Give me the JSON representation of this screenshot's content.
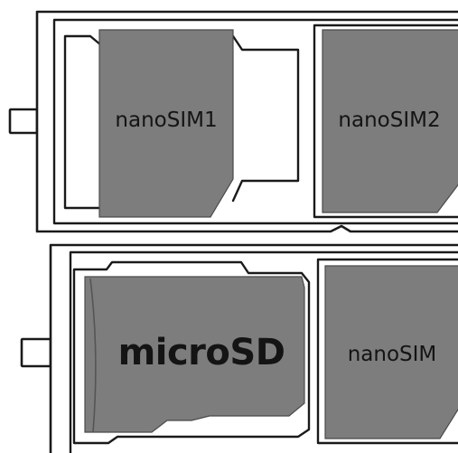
{
  "trays": [
    {
      "slots": [
        {
          "label": "nanoSIM1",
          "type": "nano-sim"
        },
        {
          "label": "nanoSIM2",
          "type": "nano-sim"
        }
      ]
    },
    {
      "slots": [
        {
          "label": "microSD",
          "type": "micro-sd"
        },
        {
          "label": "nanoSIM",
          "type": "nano-sim"
        }
      ]
    }
  ],
  "colors": {
    "card_fill": "#7d7d7d",
    "outline": "#1a1a1a",
    "background": "#ffffff"
  }
}
